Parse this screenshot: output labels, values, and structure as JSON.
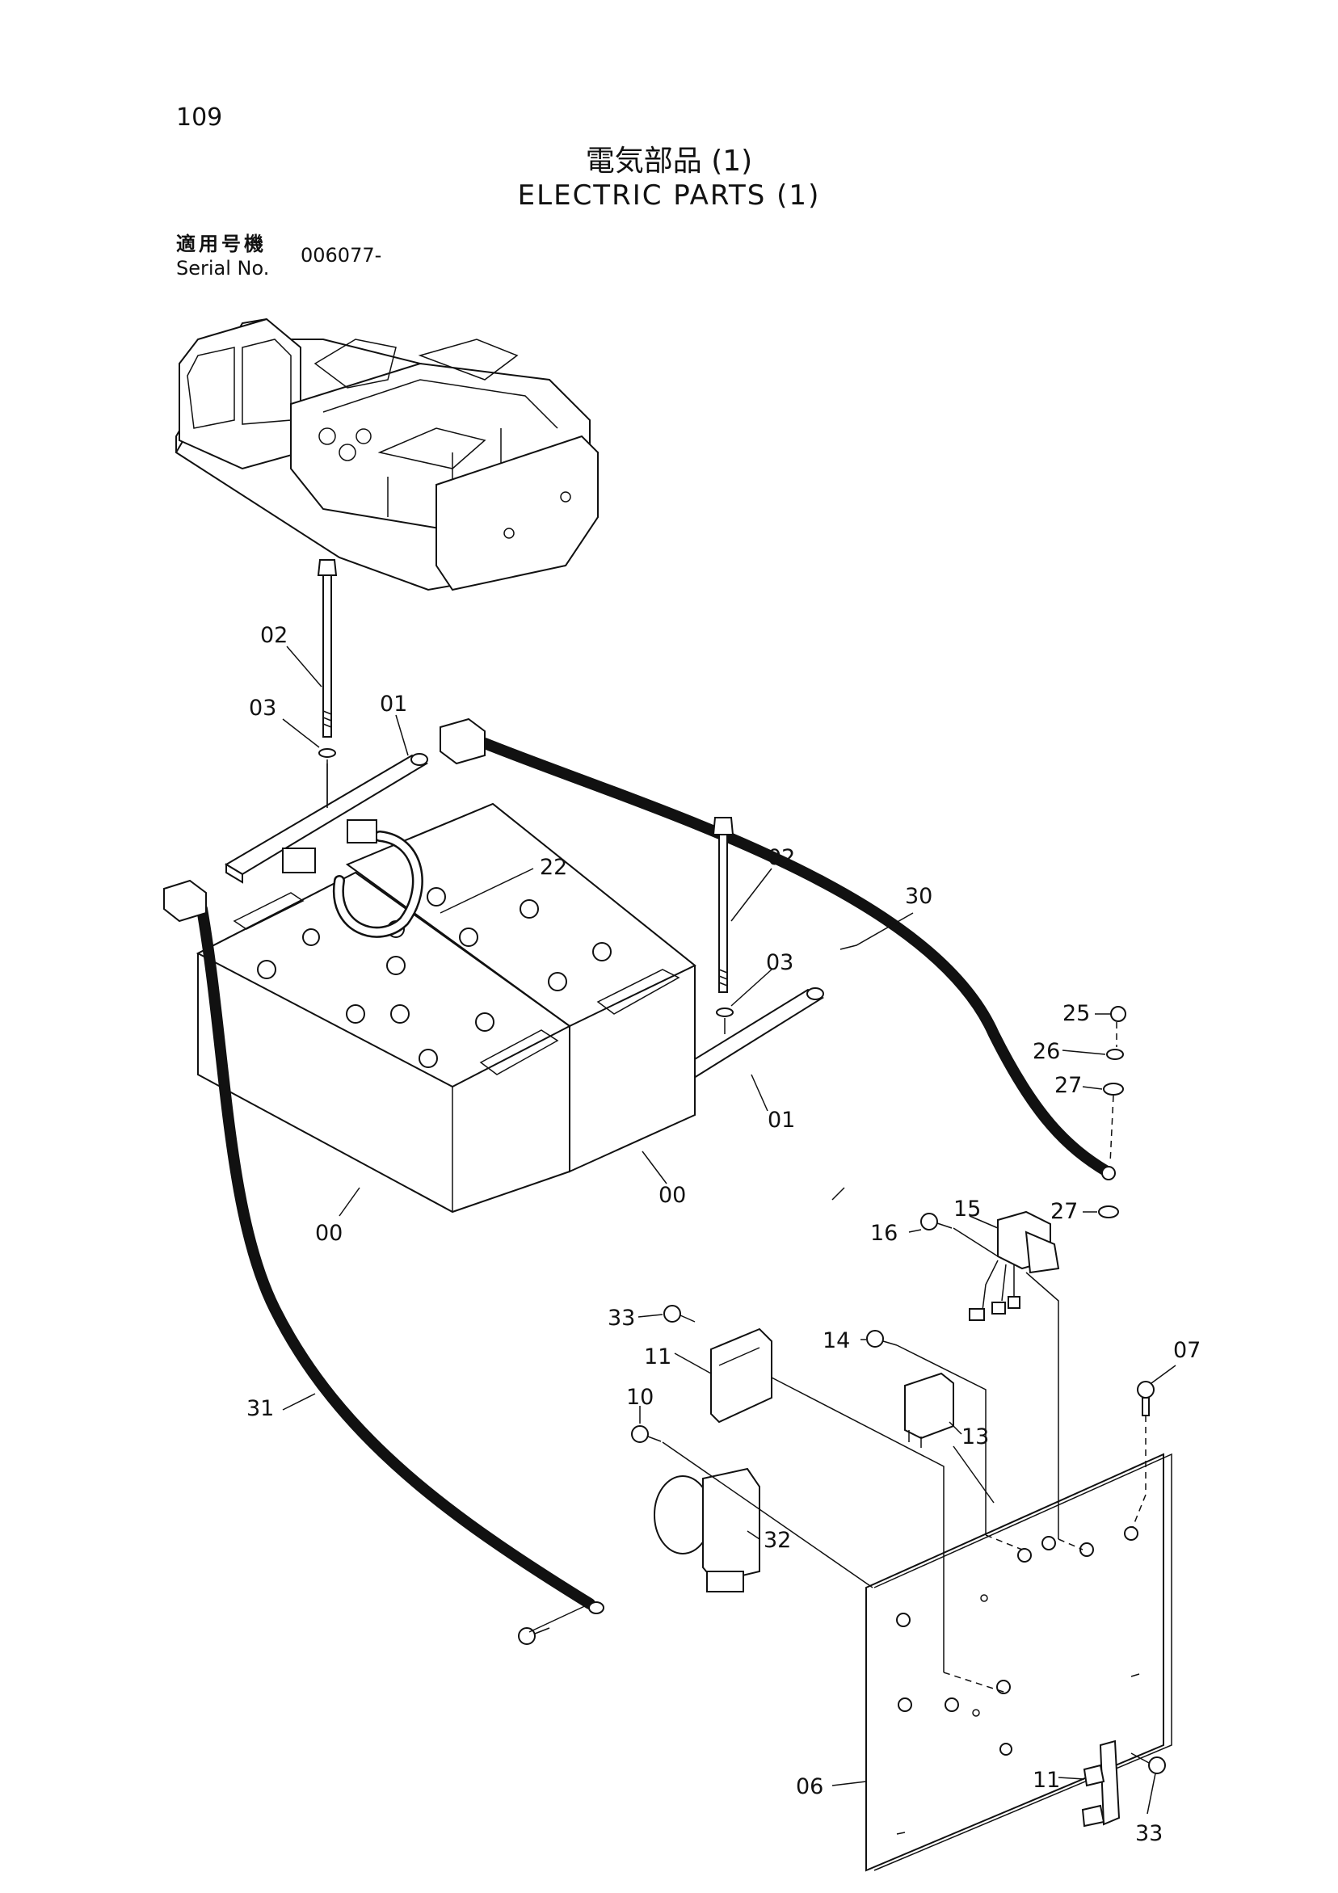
{
  "page": {
    "number": "109",
    "title_jp": "電気部品 (1)",
    "title_en": "ELECTRIC PARTS (1)",
    "serial_label_jp": "適用号機",
    "serial_label_en": "Serial No.",
    "serial_value": "006077-"
  },
  "callouts": {
    "c02_left": "02",
    "c03_left": "03",
    "c01_left": "01",
    "c22": "22",
    "c02_right": "02",
    "c30": "30",
    "c03_right": "03",
    "c25": "25",
    "c26": "26",
    "c27_upper": "27",
    "c01_right": "01",
    "c00_right": "00",
    "c00_left": "00",
    "c27_lower": "27",
    "c16": "16",
    "c15": "15",
    "c33_upper": "33",
    "c11_upper": "11",
    "c14": "14",
    "c07": "07",
    "c31": "31",
    "c10": "10",
    "c13": "13",
    "c32": "32",
    "c06": "06",
    "c11_lower": "11",
    "c33_lower": "33"
  }
}
